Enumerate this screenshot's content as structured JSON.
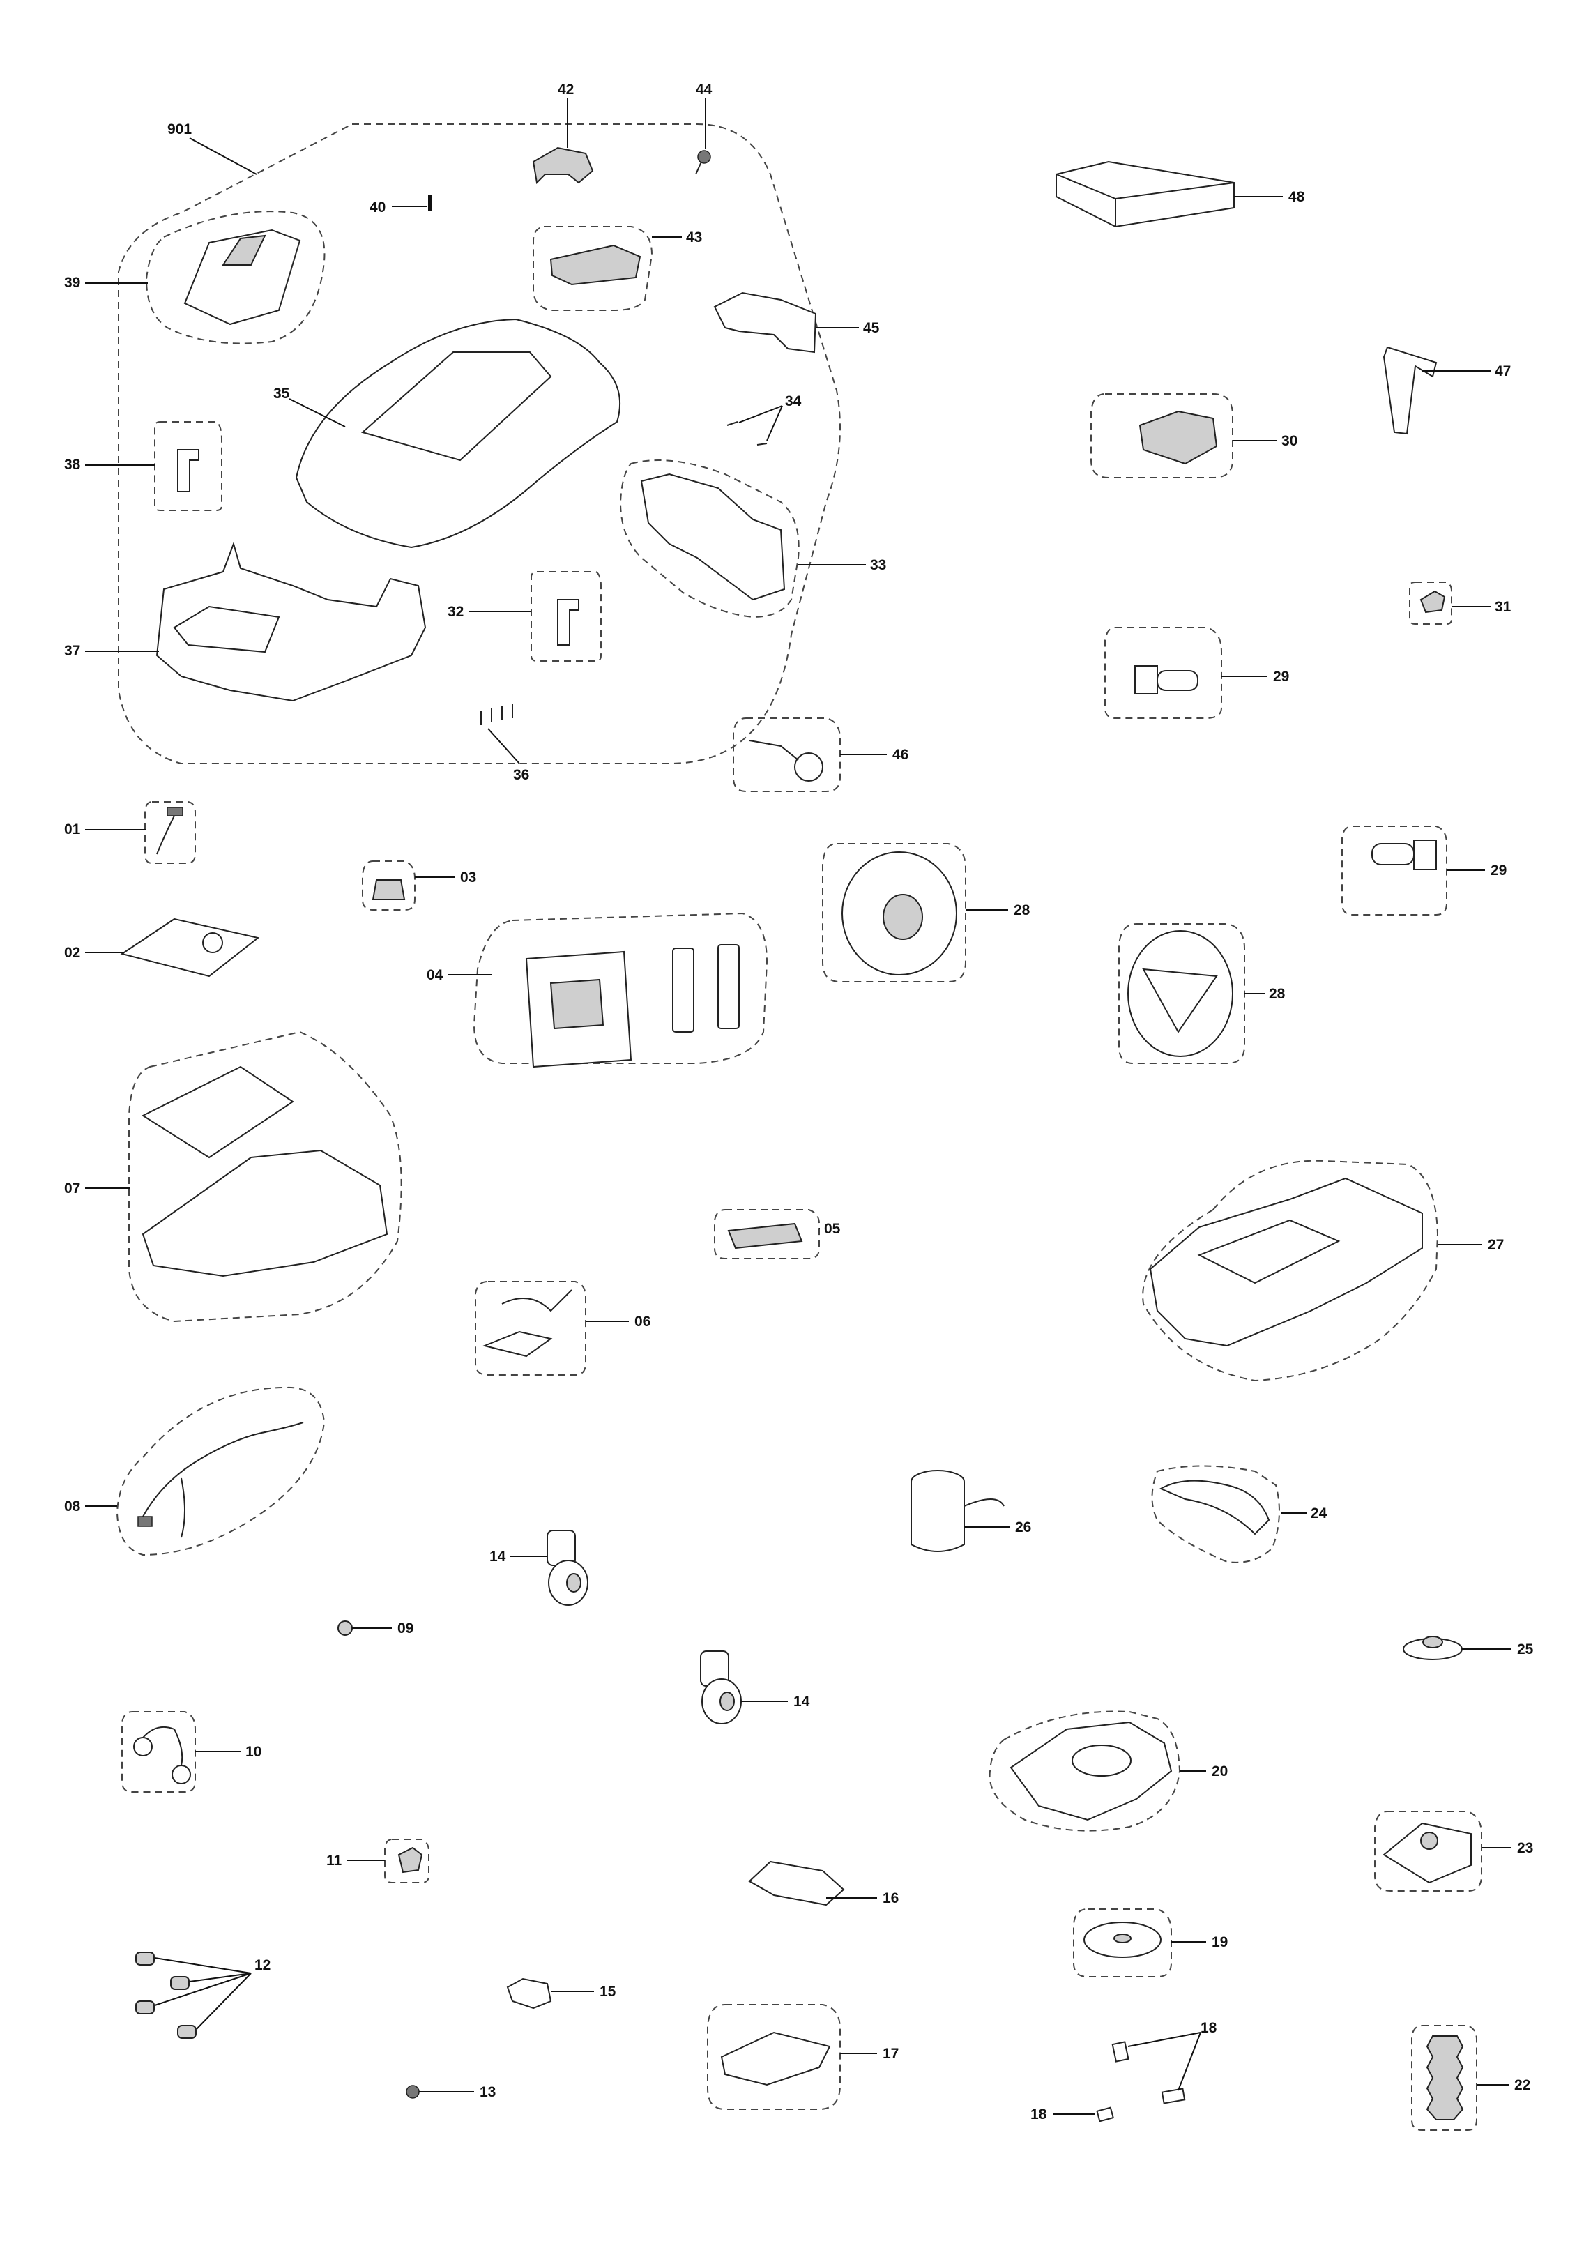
{
  "diagram": {
    "type": "exploded-parts-diagram",
    "labels": {
      "p901": "901",
      "p42": "42",
      "p44": "44",
      "p48": "48",
      "p40": "40",
      "p43": "43",
      "p39": "39",
      "p45": "45",
      "p47": "47",
      "p35": "35",
      "p34": "34",
      "p30": "30",
      "p38": "38",
      "p33": "33",
      "p31": "31",
      "p32": "32",
      "p37": "37",
      "p29a": "29",
      "p36": "36",
      "p46": "46",
      "p01": "01",
      "p03": "03",
      "p29b": "29",
      "p28a": "28",
      "p02": "02",
      "p04": "04",
      "p28b": "28",
      "p07": "07",
      "p05": "05",
      "p27": "27",
      "p06": "06",
      "p08": "08",
      "p26": "26",
      "p24": "24",
      "p14a": "14",
      "p09": "09",
      "p25": "25",
      "p14b": "14",
      "p10": "10",
      "p20": "20",
      "p11": "11",
      "p23": "23",
      "p16": "16",
      "p19": "19",
      "p12": "12",
      "p15": "15",
      "p18a": "18",
      "p17": "17",
      "p18b": "18",
      "p13": "13",
      "p22": "22"
    }
  }
}
